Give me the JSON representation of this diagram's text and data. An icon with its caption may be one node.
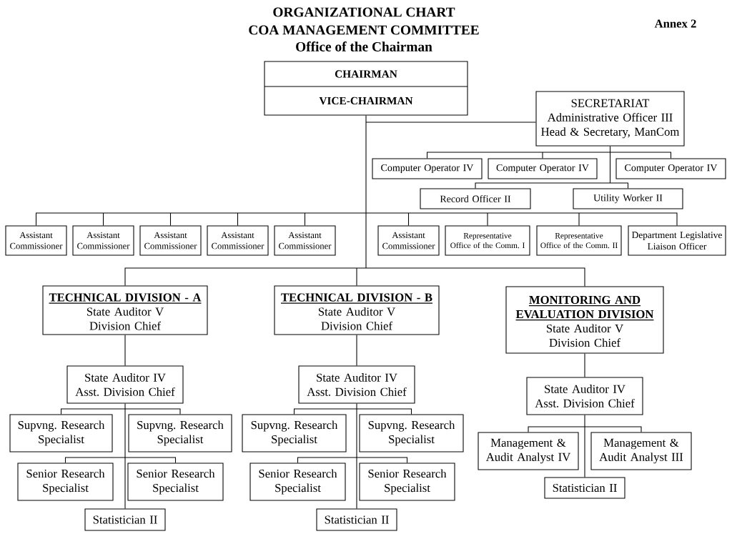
{
  "diagram": {
    "title": "ORGANIZATIONAL CHART",
    "nodes": [
      {
        "text": [
          "CHAIRMAN",
          "VICE-CHAIRMAN"
        ]
      },
      {
        "text": [
          "SECRETARIAT",
          "Administrative Officer III",
          "Head & Secretary, ManCom"
        ]
      },
      {
        "text": [
          "Computer Operator IV"
        ]
      },
      {
        "text": [
          "Computer Operator IV"
        ]
      },
      {
        "text": [
          "Computer Operator IV"
        ]
      },
      {
        "text": [
          "Record Officer II"
        ]
      },
      {
        "text": [
          "Utility Worker II"
        ]
      },
      {
        "text": [
          "Assistant Commissioner"
        ]
      },
      {
        "text": [
          "Assistant Commissioner"
        ]
      },
      {
        "text": [
          "Assistant Commissioner"
        ]
      },
      {
        "text": [
          "Assistant Commissioner"
        ]
      },
      {
        "text": [
          "Assistant Commissioner"
        ]
      },
      {
        "text": [
          "Assistant Commissioner"
        ]
      },
      {
        "text": [
          "Representative",
          "Office of the Comm. I"
        ]
      },
      {
        "text": [
          "Representative",
          "Office of the Comm. II"
        ]
      },
      {
        "text": [
          "Department Legislative Liaison Officer"
        ]
      },
      {
        "text": [
          "TECHNICAL DIVISION - A",
          "State Auditor V",
          "Division Chief"
        ]
      },
      {
        "text": [
          "State Auditor IV",
          "Asst. Division Chief"
        ]
      },
      {
        "text": [
          "Supvng. Research Specialist"
        ]
      },
      {
        "text": [
          "Supvng. Research Specialist"
        ]
      },
      {
        "text": [
          "Senior Research Specialist"
        ]
      },
      {
        "text": [
          "Senior Research Specialist"
        ]
      },
      {
        "text": [
          "Statistician II"
        ]
      },
      {
        "text": [
          "TECHNICAL DIVISION - B",
          "State Auditor V",
          "Division Chief"
        ]
      },
      {
        "text": [
          "State Auditor IV",
          "Asst. Division Chief"
        ]
      },
      {
        "text": [
          "Supvng. Research Specialist"
        ]
      },
      {
        "text": [
          "Supvng. Research Specialist"
        ]
      },
      {
        "text": [
          "Senior Research Specialist"
        ]
      },
      {
        "text": [
          "Senior Research Specialist"
        ]
      },
      {
        "text": [
          "Statistician II"
        ]
      },
      {
        "text": [
          "MONITORING AND EVALUATION DIVISION",
          "State Auditor V",
          "Division Chief"
        ]
      },
      {
        "text": [
          "State Auditor IV",
          "Asst. Division Chief"
        ]
      },
      {
        "text": [
          "Management & Audit Analyst IV"
        ]
      },
      {
        "text": [
          "Management & Audit Analyst III"
        ]
      },
      {
        "text": [
          "Statistician II"
        ]
      }
    ],
    "edges": [
      {
        "from": 0,
        "to": 1,
        "arrow": "none"
      },
      {
        "from": 0,
        "to": 7,
        "arrow": "none"
      },
      {
        "from": 0,
        "to": 8,
        "arrow": "none"
      },
      {
        "from": 0,
        "to": 9,
        "arrow": "none"
      },
      {
        "from": 0,
        "to": 10,
        "arrow": "none"
      },
      {
        "from": 0,
        "to": 11,
        "arrow": "none"
      },
      {
        "from": 0,
        "to": 12,
        "arrow": "none"
      },
      {
        "from": 0,
        "to": 13,
        "arrow": "none"
      },
      {
        "from": 0,
        "to": 14,
        "arrow": "none"
      },
      {
        "from": 0,
        "to": 15,
        "arrow": "none"
      },
      {
        "from": 0,
        "to": 16,
        "arrow": "none"
      },
      {
        "from": 0,
        "to": 23,
        "arrow": "none"
      },
      {
        "from": 0,
        "to": 30,
        "arrow": "none"
      },
      {
        "from": 1,
        "to": 2,
        "arrow": "none"
      },
      {
        "from": 1,
        "to": 3,
        "arrow": "none"
      },
      {
        "from": 1,
        "to": 4,
        "arrow": "none"
      },
      {
        "from": 1,
        "to": 5,
        "arrow": "none"
      },
      {
        "from": 1,
        "to": 6,
        "arrow": "none"
      },
      {
        "from": 16,
        "to": 17,
        "arrow": "none"
      },
      {
        "from": 17,
        "to": 18,
        "arrow": "none"
      },
      {
        "from": 17,
        "to": 19,
        "arrow": "none"
      },
      {
        "from": 17,
        "to": 20,
        "arrow": "none"
      },
      {
        "from": 17,
        "to": 21,
        "arrow": "none"
      },
      {
        "from": 17,
        "to": 22,
        "arrow": "none"
      },
      {
        "from": 23,
        "to": 24,
        "arrow": "none"
      },
      {
        "from": 24,
        "to": 25,
        "arrow": "none"
      },
      {
        "from": 24,
        "to": 26,
        "arrow": "none"
      },
      {
        "from": 24,
        "to": 27,
        "arrow": "none"
      },
      {
        "from": 24,
        "to": 28,
        "arrow": "none"
      },
      {
        "from": 24,
        "to": 29,
        "arrow": "none"
      },
      {
        "from": 30,
        "to": 31,
        "arrow": "none"
      },
      {
        "from": 31,
        "to": 32,
        "arrow": "none"
      },
      {
        "from": 31,
        "to": 33,
        "arrow": "none"
      },
      {
        "from": 31,
        "to": 34,
        "arrow": "none"
      }
    ],
    "labels": [
      "COA MANAGEMENT COMMITTEE",
      "Office of the Chairman",
      "Annex 2"
    ]
  }
}
